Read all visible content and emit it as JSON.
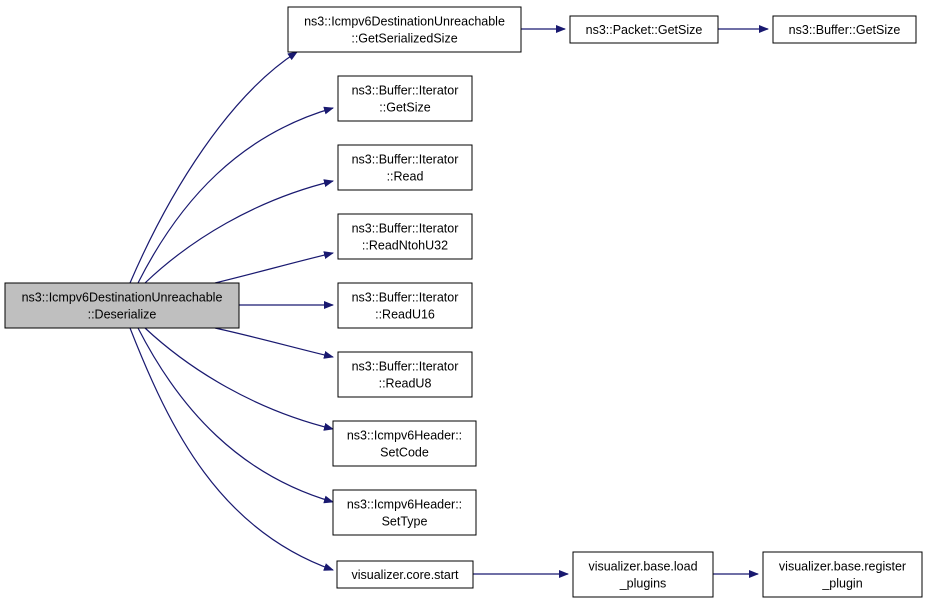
{
  "colors": {
    "edge": "#191970",
    "root_fill": "#bfbfbf",
    "node_fill": "#ffffff"
  },
  "nodes": [
    {
      "id": "root",
      "lines": [
        "ns3::Icmpv6DestinationUnreachable",
        "::Deserialize"
      ]
    },
    {
      "id": "n1",
      "lines": [
        "ns3::Icmpv6DestinationUnreachable",
        "::GetSerializedSize"
      ]
    },
    {
      "id": "n2",
      "lines": [
        "ns3::Buffer::Iterator",
        "::GetSize"
      ]
    },
    {
      "id": "n3",
      "lines": [
        "ns3::Buffer::Iterator",
        "::Read"
      ]
    },
    {
      "id": "n4",
      "lines": [
        "ns3::Buffer::Iterator",
        "::ReadNtohU32"
      ]
    },
    {
      "id": "n5",
      "lines": [
        "ns3::Buffer::Iterator",
        "::ReadU16"
      ]
    },
    {
      "id": "n6",
      "lines": [
        "ns3::Buffer::Iterator",
        "::ReadU8"
      ]
    },
    {
      "id": "n7",
      "lines": [
        "ns3::Icmpv6Header::",
        "SetCode"
      ]
    },
    {
      "id": "n8",
      "lines": [
        "ns3::Icmpv6Header::",
        "SetType"
      ]
    },
    {
      "id": "n9",
      "lines": [
        "visualizer.core.start"
      ]
    },
    {
      "id": "n10",
      "lines": [
        "ns3::Packet::GetSize"
      ]
    },
    {
      "id": "n11",
      "lines": [
        "ns3::Buffer::GetSize"
      ]
    },
    {
      "id": "n12",
      "lines": [
        "visualizer.base.load",
        "_plugins"
      ]
    },
    {
      "id": "n13",
      "lines": [
        "visualizer.base.register",
        "_plugin"
      ]
    }
  ],
  "edges": [
    {
      "from": "root",
      "to": "n1"
    },
    {
      "from": "root",
      "to": "n2"
    },
    {
      "from": "root",
      "to": "n3"
    },
    {
      "from": "root",
      "to": "n4"
    },
    {
      "from": "root",
      "to": "n5"
    },
    {
      "from": "root",
      "to": "n6"
    },
    {
      "from": "root",
      "to": "n7"
    },
    {
      "from": "root",
      "to": "n8"
    },
    {
      "from": "root",
      "to": "n9"
    },
    {
      "from": "n1",
      "to": "n10"
    },
    {
      "from": "n10",
      "to": "n11"
    },
    {
      "from": "n9",
      "to": "n12"
    },
    {
      "from": "n12",
      "to": "n13"
    }
  ]
}
